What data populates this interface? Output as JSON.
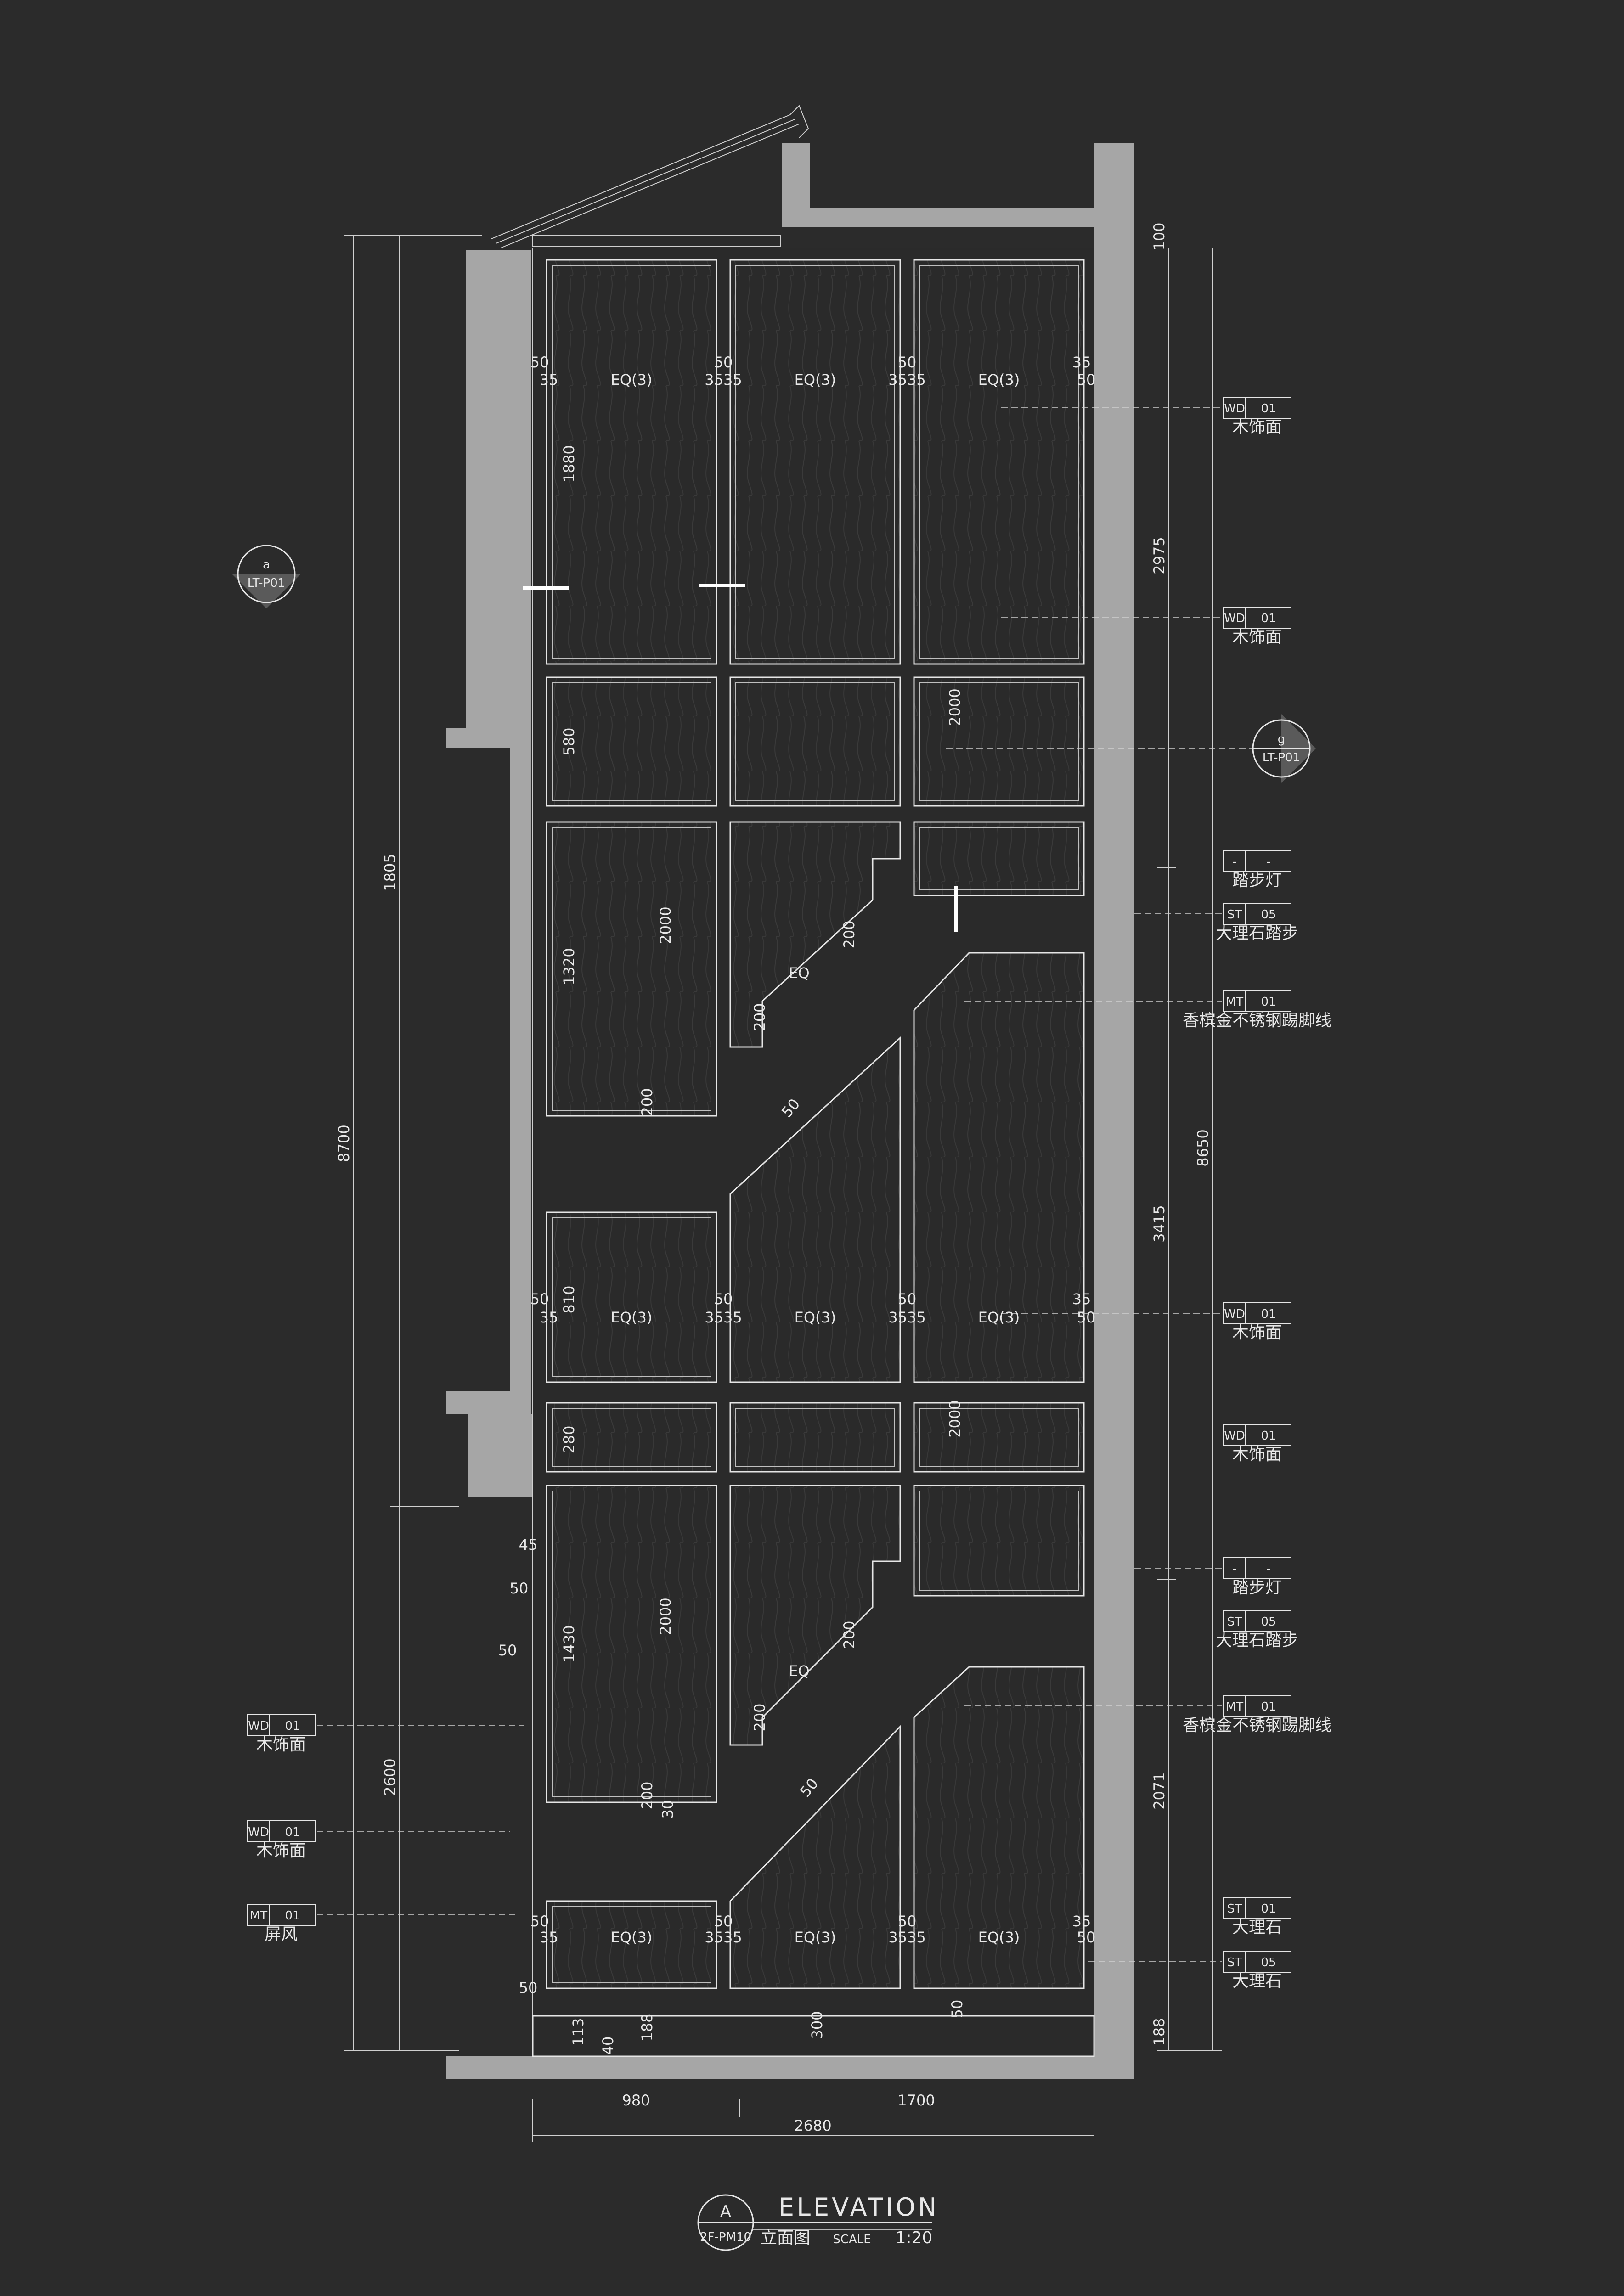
{
  "title": {
    "circle_letter": "A",
    "sheet_ref": "2F-PM10",
    "name_en": "ELEVATION",
    "name_cn": "立面图",
    "scale_label": "SCALE",
    "scale_value": "1:20"
  },
  "section_markers": [
    {
      "letter": "a",
      "code": "LT-P01"
    },
    {
      "letter": "g",
      "code": "LT-P01"
    }
  ],
  "material_callouts_right": [
    {
      "code": "WD",
      "num": "01",
      "label": "木饰面"
    },
    {
      "code": "WD",
      "num": "01",
      "label": "木饰面"
    },
    {
      "code": "-",
      "num": "-",
      "label": "踏步灯"
    },
    {
      "code": "ST",
      "num": "05",
      "label": "大理石踏步"
    },
    {
      "code": "MT",
      "num": "01",
      "label": "香槟金不锈钢踢脚线"
    },
    {
      "code": "WD",
      "num": "01",
      "label": "木饰面"
    },
    {
      "code": "WD",
      "num": "01",
      "label": "木饰面"
    },
    {
      "code": "-",
      "num": "-",
      "label": "踏步灯"
    },
    {
      "code": "ST",
      "num": "05",
      "label": "大理石踏步"
    },
    {
      "code": "MT",
      "num": "01",
      "label": "香槟金不锈钢踢脚线"
    },
    {
      "code": "ST",
      "num": "01",
      "label": "大理石"
    },
    {
      "code": "ST",
      "num": "05",
      "label": "大理石"
    }
  ],
  "material_callouts_left": [
    {
      "code": "WD",
      "num": "01",
      "label": "木饰面"
    },
    {
      "code": "WD",
      "num": "01",
      "label": "木饰面"
    },
    {
      "code": "MT",
      "num": "01",
      "label": "屏风"
    }
  ],
  "dimensions": {
    "left_outer": "8700",
    "left_upper": "1805",
    "left_lower": "2600",
    "right_outer": "8650",
    "right_1": "2975",
    "right_2": "3415",
    "right_3": "2071",
    "right_top": "100",
    "right_bottom": "188",
    "bottom_left": "980",
    "bottom_right": "1700",
    "bottom_total": "2680",
    "panel_h_1880": "1880",
    "panel_h_580": "580",
    "panel_h_1320": "1320",
    "panel_h_810": "810",
    "panel_h_280": "280",
    "panel_h_1430": "1430",
    "panel_h_2000": "2000",
    "step_200": "200",
    "step_eq": "EQ",
    "d_35": "35",
    "d_50": "50",
    "d_3535": "3535",
    "eq3": "EQ(3)",
    "d_45": "45",
    "d_113": "113",
    "d_188": "188",
    "d_300": "300",
    "d_40": "40",
    "d_30": "30"
  }
}
